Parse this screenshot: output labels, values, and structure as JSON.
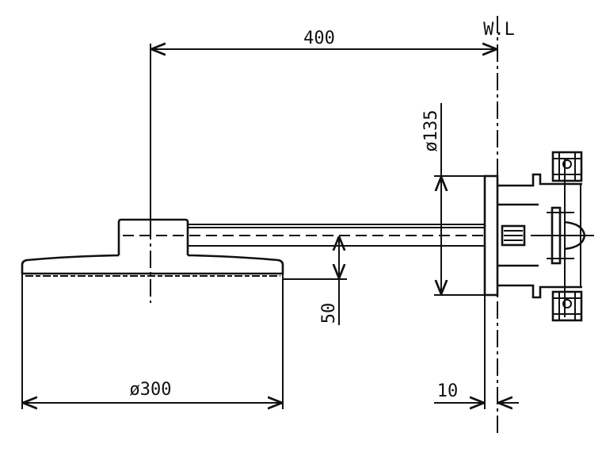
{
  "drawing": {
    "wall_label": "W.L",
    "dimensions": {
      "arm_length": "400",
      "flange_diameter": "ø135",
      "head_drop": "50",
      "head_diameter": "ø300",
      "flange_thickness": "10"
    },
    "line_color": "#111111",
    "background": "#ffffff"
  }
}
